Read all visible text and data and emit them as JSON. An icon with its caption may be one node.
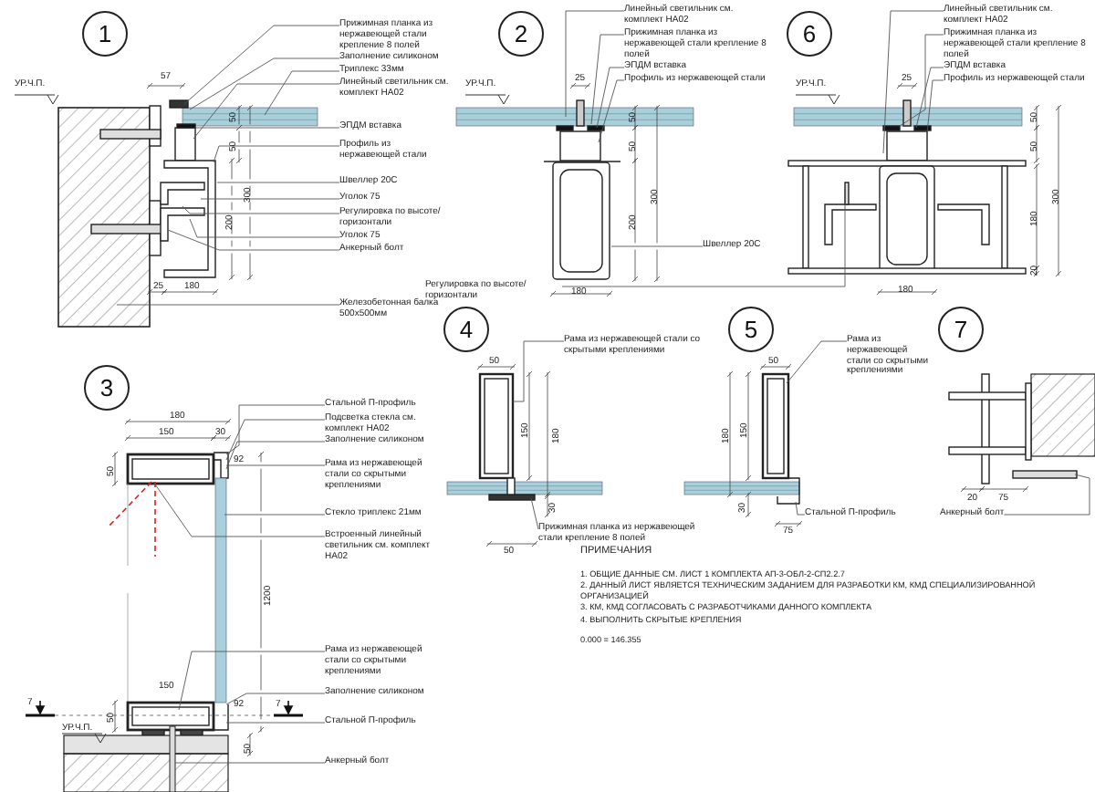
{
  "diagram": {
    "nodes": [
      {
        "text": [
          "1"
        ]
      },
      {
        "text": [
          "2"
        ]
      },
      {
        "text": [
          "6"
        ]
      },
      {
        "text": [
          "3"
        ]
      },
      {
        "text": [
          "4"
        ]
      },
      {
        "text": [
          "5"
        ]
      },
      {
        "text": [
          "7"
        ]
      },
      {
        "text": [
          "Прижимная планка из нержавеющей стали крепление 8 полей"
        ]
      },
      {
        "text": [
          "Заполнение силиконом"
        ]
      },
      {
        "text": [
          "Триплекс 33мм"
        ]
      },
      {
        "text": [
          "Линейный светильник см. комплект НА02"
        ]
      },
      {
        "text": [
          "ЭПДМ вставка"
        ]
      },
      {
        "text": [
          "Профиль из нержавеющей стали"
        ]
      },
      {
        "text": [
          "Швеллер 20С"
        ]
      },
      {
        "text": [
          "Уголок 75"
        ]
      },
      {
        "text": [
          "Регулировка по высоте/горизонтали"
        ]
      },
      {
        "text": [
          "Уголок 75"
        ]
      },
      {
        "text": [
          "Анкерный болт"
        ]
      },
      {
        "text": [
          "Железобетонная балка 500х500мм"
        ]
      },
      {
        "text": [
          "Линейный светильник см. комплект НА02"
        ]
      },
      {
        "text": [
          "Прижимная планка из нержавеющей стали крепление 8 полей"
        ]
      },
      {
        "text": [
          "ЭПДМ вставка"
        ]
      },
      {
        "text": [
          "Профиль из нержавеющей стали"
        ]
      },
      {
        "text": [
          "Швеллер 20С"
        ]
      },
      {
        "text": [
          "Линейный светильник см. комплект НА02"
        ]
      },
      {
        "text": [
          "Прижимная планка из нержавеющей стали крепление 8 полей"
        ]
      },
      {
        "text": [
          "ЭПДМ вставка"
        ]
      },
      {
        "text": [
          "Профиль из нержавеющей стали"
        ]
      },
      {
        "text": [
          "Регулировка по высоте/горизонтали"
        ]
      },
      {
        "text": [
          "Стальной П-профиль"
        ]
      },
      {
        "text": [
          "Подсветка стекла см. комплект НА02"
        ]
      },
      {
        "text": [
          "Заполнение силиконом"
        ]
      },
      {
        "text": [
          "Рама из нержавеющей стали со скрытыми креплениями"
        ]
      },
      {
        "text": [
          "Стекло триплекс 21мм"
        ]
      },
      {
        "text": [
          "Встроенный линейный светильник см. комплект НА02"
        ]
      },
      {
        "text": [
          "Рама из нержавеющей стали со скрытыми креплениями"
        ]
      },
      {
        "text": [
          "Заполнение силиконом"
        ]
      },
      {
        "text": [
          "Стальной П-профиль"
        ]
      },
      {
        "text": [
          "Анкерный болт"
        ]
      },
      {
        "text": [
          "Рама из нержавеющей стали со скрытыми креплениями"
        ]
      },
      {
        "text": [
          "Прижимная планка из нержавеющей стали крепление 8 полей"
        ]
      },
      {
        "text": [
          "Рама из нержавеющей стали со скрытыми креплениями"
        ]
      },
      {
        "text": [
          "Стальной П-профиль"
        ]
      },
      {
        "text": [
          "Анкерный болт"
        ]
      },
      {
        "text": [],
        "shape": "picture"
      },
      {
        "text": [],
        "shape": "picture"
      },
      {
        "text": [],
        "shape": "picture"
      },
      {
        "text": [],
        "shape": "picture"
      },
      {
        "text": [],
        "shape": "picture"
      },
      {
        "text": [],
        "shape": "picture"
      },
      {
        "text": [],
        "shape": "picture"
      }
    ],
    "edges": [
      {
        "from": 7,
        "to": 44,
        "arrow": "none"
      },
      {
        "from": 8,
        "to": 44,
        "arrow": "none"
      },
      {
        "from": 9,
        "to": 44,
        "arrow": "none"
      },
      {
        "from": 10,
        "to": 44,
        "arrow": "none"
      },
      {
        "from": 11,
        "to": 44,
        "arrow": "none"
      },
      {
        "from": 12,
        "to": 44,
        "arrow": "none"
      },
      {
        "from": 13,
        "to": 44,
        "arrow": "none"
      },
      {
        "from": 14,
        "to": 44,
        "arrow": "none"
      },
      {
        "from": 15,
        "to": 44,
        "arrow": "none"
      },
      {
        "from": 16,
        "to": 44,
        "arrow": "none"
      },
      {
        "from": 17,
        "to": 44,
        "arrow": "none"
      },
      {
        "from": 18,
        "to": 44,
        "arrow": "none"
      },
      {
        "from": 19,
        "to": 45,
        "arrow": "none"
      },
      {
        "from": 20,
        "to": 45,
        "arrow": "none"
      },
      {
        "from": 21,
        "to": 45,
        "arrow": "none"
      },
      {
        "from": 22,
        "to": 45,
        "arrow": "none"
      },
      {
        "from": 23,
        "to": 45,
        "arrow": "none"
      },
      {
        "from": 24,
        "to": 46,
        "arrow": "none"
      },
      {
        "from": 25,
        "to": 46,
        "arrow": "none"
      },
      {
        "from": 26,
        "to": 46,
        "arrow": "none"
      },
      {
        "from": 27,
        "to": 46,
        "arrow": "none"
      },
      {
        "from": 28,
        "to": 46,
        "arrow": "none"
      },
      {
        "from": 29,
        "to": 47,
        "arrow": "none"
      },
      {
        "from": 30,
        "to": 47,
        "arrow": "none"
      },
      {
        "from": 31,
        "to": 47,
        "arrow": "none"
      },
      {
        "from": 32,
        "to": 47,
        "arrow": "none"
      },
      {
        "from": 33,
        "to": 47,
        "arrow": "none"
      },
      {
        "from": 34,
        "to": 47,
        "arrow": "none"
      },
      {
        "from": 35,
        "to": 47,
        "arrow": "none"
      },
      {
        "from": 36,
        "to": 47,
        "arrow": "none"
      },
      {
        "from": 37,
        "to": 47,
        "arrow": "none"
      },
      {
        "from": 38,
        "to": 47,
        "arrow": "none"
      },
      {
        "from": 39,
        "to": 48,
        "arrow": "none"
      },
      {
        "from": 40,
        "to": 48,
        "arrow": "none"
      },
      {
        "from": 41,
        "to": 49,
        "arrow": "none"
      },
      {
        "from": 42,
        "to": 49,
        "arrow": "none"
      },
      {
        "from": 43,
        "to": 50,
        "arrow": "none"
      }
    ],
    "labels": [
      "УР.Ч.П.",
      "57",
      "50",
      "50",
      "300",
      "200",
      "25",
      "180",
      "УР.Ч.П.",
      "25",
      "50",
      "50",
      "300",
      "200",
      "180",
      "УР.Ч.П.",
      "25",
      "50",
      "50",
      "300",
      "180",
      "20",
      "180",
      "180",
      "150",
      "30",
      "50",
      "92",
      "1200",
      "7",
      "7",
      "150",
      "50",
      "92",
      "УР.Ч.П.",
      "50",
      "50",
      "150",
      "180",
      "50",
      "30",
      "50",
      "180",
      "150",
      "30",
      "75",
      "20",
      "75",
      "ПРИМЕЧАНИЯ",
      "1. ОБЩИЕ ДАННЫЕ СМ. ЛИСТ 1 КОМПЛЕКТА АП-3-ОБЛ-2-СП2.2.7",
      "2. ДАННЫЙ ЛИСТ ЯВЛЯЕТСЯ ТЕХНИЧЕСКИМ ЗАДАНИЕМ ДЛЯ РАЗРАБОТКИ КМ, КМД СПЕЦИАЛИЗИРОВАННОЙ ОРГАНИЗАЦИЕЙ",
      "3. КМ, КМД СОГЛАСОВАТЬ С РАЗРАБОТЧИКАМИ ДАННОГО КОМПЛЕКТА",
      "4. ВЫПОЛНИТЬ СКРЫТЫЕ КРЕПЛЕНИЯ",
      "0.000 = 146.355"
    ]
  }
}
